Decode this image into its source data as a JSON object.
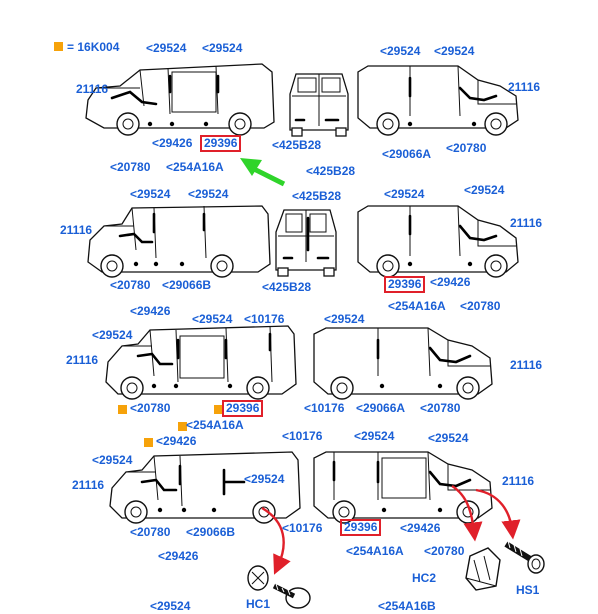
{
  "legend": {
    "text": "= 16K004",
    "marker_color": "#f6a20a"
  },
  "colors": {
    "label": "#1a5fd6",
    "highlight_box": "#e0202a",
    "arrow_green": "#2fd42a",
    "arrow_red": "#e0202a",
    "marker": "#f6a20a"
  },
  "row1": {
    "left_van": {
      "top1": "<29524",
      "top2": "<29524",
      "front": "21116",
      "mid": "<29426",
      "boxed": "29396",
      "bottom_left": "<20780",
      "bottom_mid": "<254A16A"
    },
    "rear_van": {
      "a": "<425B28",
      "b": "<425B28"
    },
    "right_van": {
      "top1": "<29524",
      "top2": "<29524",
      "front": "21116",
      "bottom_left": "<29066A",
      "bottom_right": "<20780"
    }
  },
  "row2": {
    "left_van": {
      "top1": "<29524",
      "top2": "<29524",
      "front": "21116",
      "bottom_left": "<20780",
      "bottom_mid": "<29066B",
      "below": "<29426"
    },
    "rear_van": {
      "top": "<425B28",
      "bottom": "<425B28"
    },
    "right_van": {
      "top1": "<29524",
      "top2": "<29524",
      "front": "21116",
      "boxed": "29396",
      "mid": "<29426",
      "bottom_left": "<254A16A",
      "bottom_right": "<20780"
    }
  },
  "row3": {
    "left_van": {
      "top_left": "<29524",
      "top_mid": "<29524",
      "top_right": "<10176",
      "front": "21116",
      "bottom_left": "<20780",
      "boxed": "29396",
      "bottom_mid": "<254A16A",
      "below": "<29426"
    },
    "right_van": {
      "top": "<29524",
      "front": "21116",
      "bottom_left": "<10176",
      "bottom_mid": "<29066A",
      "bottom_right": "<20780"
    }
  },
  "row4": {
    "left_van": {
      "top": "<29524",
      "right": "<29524",
      "front": "21116",
      "bottom_left": "<20780",
      "bottom_mid": "<29066B",
      "bottom_right": "<10176",
      "below": "<29426"
    },
    "right_van": {
      "top_left": "<10176",
      "top_mid": "<29524",
      "top_right": "<29524",
      "front": "21116",
      "boxed": "29396",
      "mid": "<29426",
      "bottom_left": "<254A16A",
      "bottom_right": "<20780"
    }
  },
  "parts": {
    "hc1": "HC1",
    "hc2": "HC2",
    "hs1": "HS1"
  },
  "footer": {
    "left": "<29524",
    "right": "<254A16B"
  }
}
